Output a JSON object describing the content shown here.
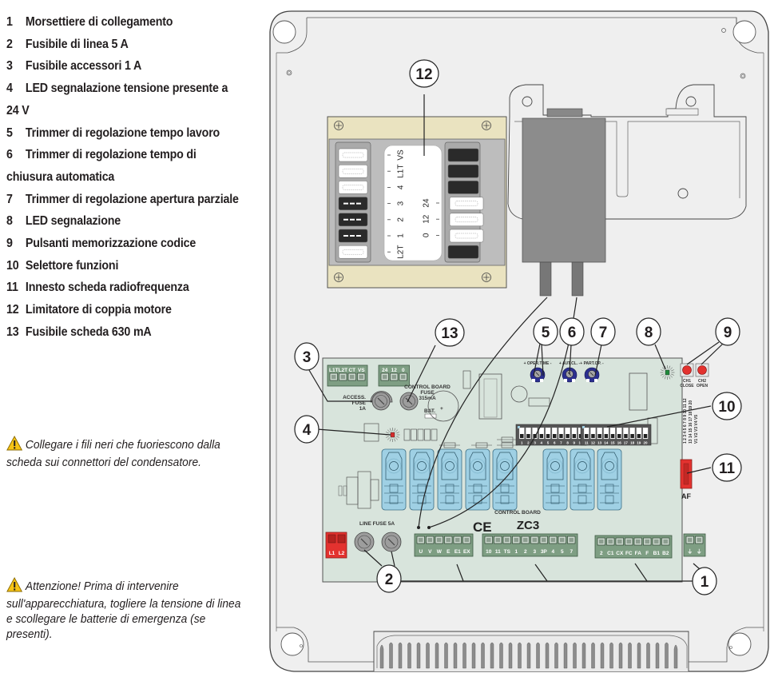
{
  "legend": [
    {
      "num": "1",
      "label": "Morsettiere di collegamento"
    },
    {
      "num": "2",
      "label": "Fusibile di linea 5 A"
    },
    {
      "num": "3",
      "label": "Fusibile accessori 1 A"
    },
    {
      "num": "4",
      "label": "LED segnalazione tensione presente a",
      "cont": "24 V"
    },
    {
      "num": "5",
      "label": "Trimmer di regolazione tempo lavoro"
    },
    {
      "num": "6",
      "label": "Trimmer di regolazione tempo di",
      "cont": "chiusura automatica"
    },
    {
      "num": "7",
      "label": "Trimmer di regolazione apertura parziale"
    },
    {
      "num": "8",
      "label": "LED segnalazione"
    },
    {
      "num": "9",
      "label": "Pulsanti memorizzazione codice"
    },
    {
      "num": "10",
      "label": "Selettore funzioni"
    },
    {
      "num": "11",
      "label": "Innesto scheda radiofrequenza"
    },
    {
      "num": "12",
      "label": "Limitatore di coppia motore"
    },
    {
      "num": "13",
      "label": "Fusibile scheda 630 mA"
    }
  ],
  "notes": {
    "capacitor": "Collegare i fili neri che fuoriescono dalla scheda sui connettori del condensatore.",
    "warning": "Attenzione! Prima di intervenire sull'apparecchiatura, togliere la tensione di linea e scollegare le batterie di emergenza (se presenti)."
  },
  "warning_icon": "warning-triangle-icon",
  "colors": {
    "board": "#d8e4dc",
    "terminal": "#7e9e83",
    "relay": "#9fd0e4",
    "red": "#e3322f",
    "torque": "#eae3c0",
    "trimmer": "#2b2f8f"
  },
  "callouts": {
    "c1": "1",
    "c2": "2",
    "c3": "3",
    "c4": "4",
    "c5": "5",
    "c6": "6",
    "c7": "7",
    "c8": "8",
    "c9": "9",
    "c10": "10",
    "c11": "11",
    "c12": "12",
    "c13": "13"
  },
  "torque_limiter": {
    "left_labels": [
      "VS",
      "L1T",
      "4",
      "3",
      "2",
      "1",
      "L2T"
    ],
    "right_labels": [
      "24",
      "12",
      "0"
    ]
  },
  "board": {
    "acc_terminal": [
      "L1T",
      "L2T",
      "CT",
      "VS"
    ],
    "acc_out_terminal": [
      "24",
      "12",
      "0"
    ],
    "access_fuse": "ACCESS. FUSE 1A",
    "control_fuse": "CONTROL BOARD FUSE 315mA",
    "bat_label": "BAT.",
    "trimmers": [
      "+ OPER.TIME -",
      "+ AUT.CL. -",
      "+ PART.OP. -"
    ],
    "buttons": [
      {
        "name": "CH1",
        "sub": "CLOSE"
      },
      {
        "name": "CH2",
        "sub": "OPEN"
      }
    ],
    "dip1": [
      "1",
      "2",
      "3",
      "4",
      "5",
      "6",
      "7",
      "8",
      "9",
      "10"
    ],
    "dip2": [
      "11",
      "12",
      "13",
      "14",
      "15",
      "16",
      "17",
      "18",
      "19",
      "20"
    ],
    "af": "AF",
    "control_board": "CONTROL BOARD",
    "model": "ZC3",
    "ce": "CE",
    "line_fuse": "LINE FUSE 5A",
    "line_terminal": [
      "L1",
      "L2"
    ],
    "motor_terminal": [
      "U",
      "V",
      "W",
      "E",
      "E1",
      "EX"
    ],
    "control_terminal": [
      "10",
      "11",
      "TS",
      "1",
      "2",
      "3",
      "3P",
      "4",
      "5",
      "7"
    ],
    "safety_terminal": [
      "2",
      "C1",
      "CX",
      "FC",
      "FA",
      "F",
      "B1",
      "B2"
    ],
    "earth_terminal": [
      "⏚",
      "⏚"
    ]
  }
}
